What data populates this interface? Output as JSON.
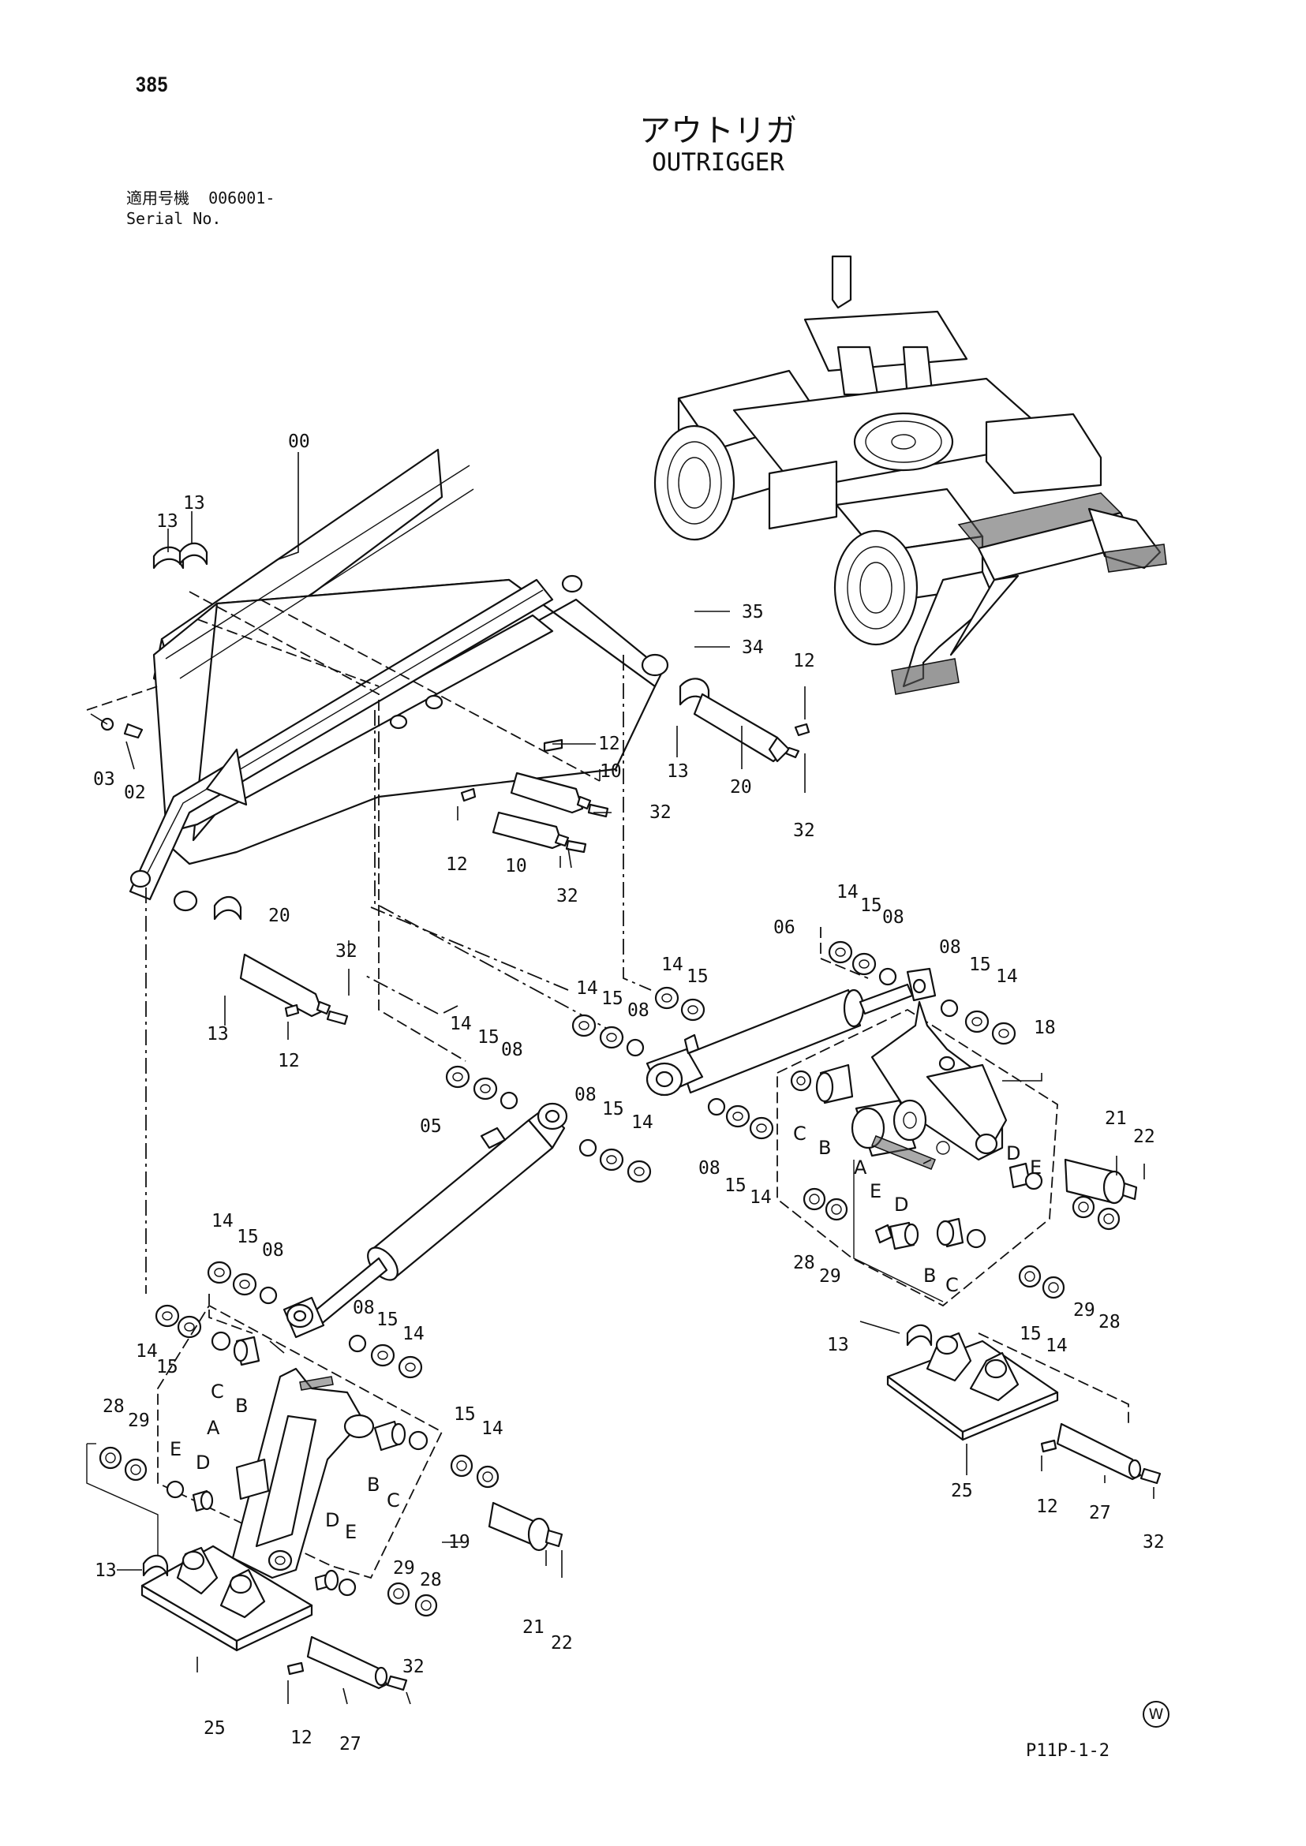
{
  "page": {
    "number": "385",
    "title_jp": "アウトリガ",
    "title_en": "OUTRIGGER",
    "serial_label_jp": "適用号機",
    "serial_value": "006001-",
    "serial_label_en": "Serial No.",
    "figure_code": "P11P-1-2",
    "w_mark": "W"
  },
  "callouts": {
    "c00": "00",
    "c13a": "13",
    "c13b": "13",
    "c03": "03",
    "c02": "02",
    "c35": "35",
    "c34": "34",
    "c12a": "12",
    "c12b": "12",
    "c12c": "12",
    "c12d": "12",
    "c13c": "13",
    "c20a": "20",
    "c32a": "32",
    "c10a": "10",
    "c10b": "10",
    "c32b": "32",
    "c32c": "32",
    "c20b": "20",
    "c32d": "32",
    "c13d": "13",
    "c14a": "14",
    "c15a": "15",
    "c08a": "08",
    "c14b": "14",
    "c15b": "15",
    "c14c": "14",
    "c15c": "15",
    "c08b": "08",
    "c06": "06",
    "c08c": "08",
    "c15d": "15",
    "c14d": "14",
    "c18": "18",
    "c14e": "14",
    "c15e": "15",
    "c08d": "08",
    "c08e": "08",
    "c15f": "15",
    "c14f": "14",
    "c05": "05",
    "c08f": "08",
    "c15g": "15",
    "c14g": "14",
    "c21a": "21",
    "c22a": "22",
    "c28a": "28",
    "c29a": "29",
    "c29b": "29",
    "c28b": "28",
    "c15h": "15",
    "c14h": "14",
    "c13e": "13",
    "c25a": "25",
    "c12e": "12",
    "c27a": "27",
    "c32e": "32",
    "c14i": "14",
    "c15i": "15",
    "c08g": "08",
    "c14j": "14",
    "c15j": "15",
    "c08h": "08",
    "c15k": "15",
    "c14k": "14",
    "c28c": "28",
    "c29c": "29",
    "c15l": "15",
    "c14l": "14",
    "c19": "19",
    "c29d": "29",
    "c28d": "28",
    "c21b": "21",
    "c22b": "22",
    "c13f": "13",
    "c32f": "32",
    "c25b": "25",
    "c12f": "12",
    "c27b": "27"
  },
  "letters": {
    "rA": "A",
    "rB": "B",
    "rC": "C",
    "rD1": "D",
    "rE1": "E",
    "rD2": "D",
    "rE2": "E",
    "rB2": "B",
    "rC2": "C",
    "lA": "A",
    "lB": "B",
    "lC": "C",
    "lD1": "D",
    "lE1": "E",
    "lD2": "D",
    "lE2": "E",
    "lB2": "B",
    "lC2": "C"
  }
}
